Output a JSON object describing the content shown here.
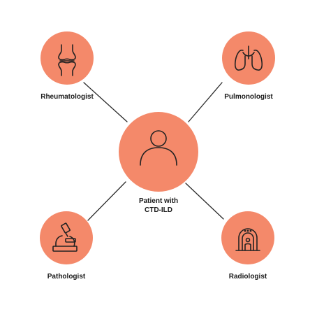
{
  "colors": {
    "node_fill": "#F4896A",
    "connector": "#2b2b2b",
    "icon_stroke": "#222222",
    "background": "#ffffff"
  },
  "center": {
    "label_line1": "Patient with",
    "label_line2": "CTD-ILD",
    "icon": "person-icon"
  },
  "nodes": [
    {
      "id": "rheumatologist",
      "label": "Rheumatologist",
      "icon": "joint-icon"
    },
    {
      "id": "pulmonologist",
      "label": "Pulmonologist",
      "icon": "lungs-icon"
    },
    {
      "id": "pathologist",
      "label": "Pathologist",
      "icon": "microscope-icon"
    },
    {
      "id": "radiologist",
      "label": "Radiologist",
      "icon": "ct-scanner-icon"
    }
  ]
}
